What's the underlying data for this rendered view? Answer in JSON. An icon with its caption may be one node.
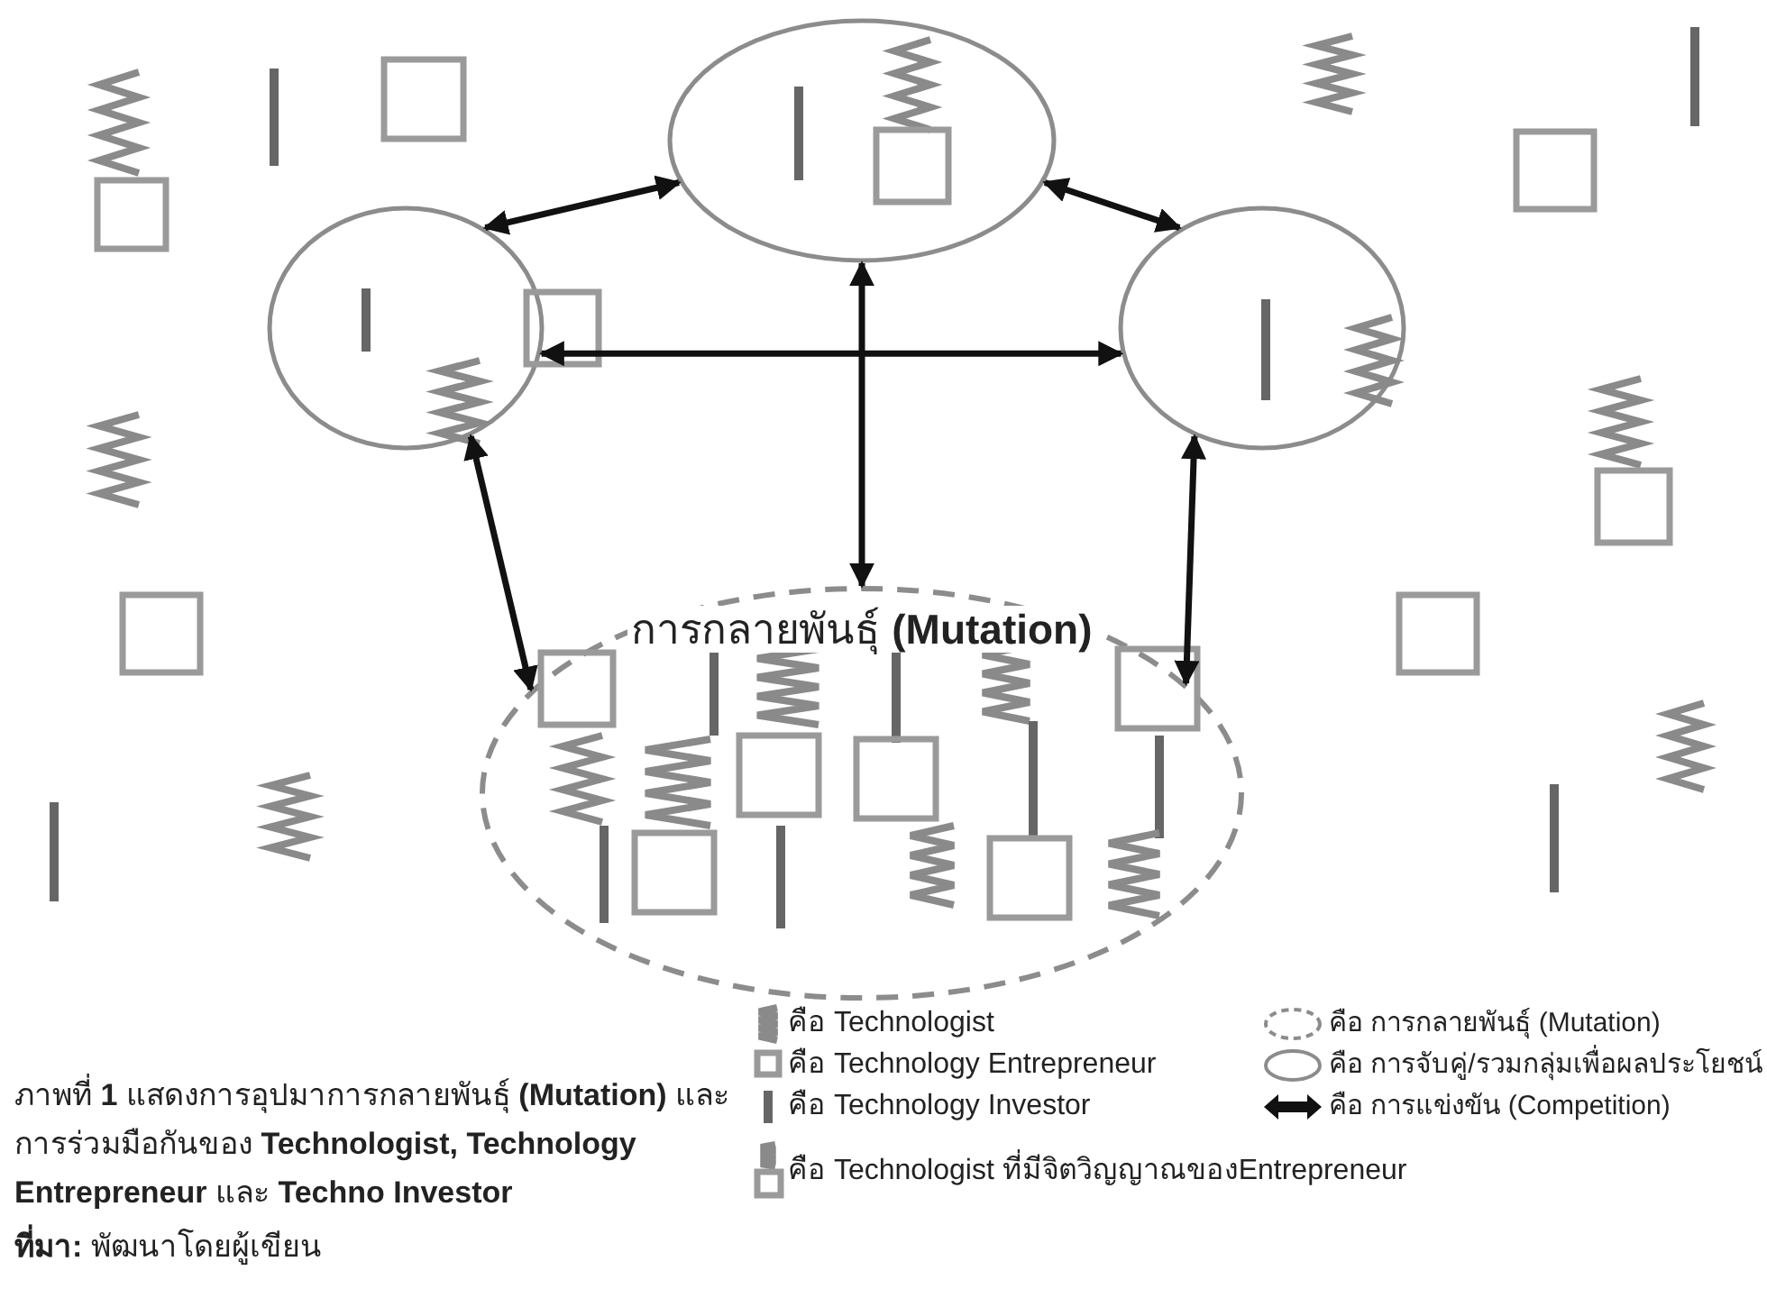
{
  "diagram": {
    "caption": "ภาพที่ **1** แสดงการอุปมาการกลายพันธุ์ **(Mutation)** และการร่วมมือกันของ **Technologist, Technology Entrepreneur** และ **Techno Investor**",
    "nodes": [
      {
        "text": [],
        "shape": "ellipse"
      },
      {
        "text": [],
        "shape": "ellipse"
      },
      {
        "text": [],
        "shape": "ellipse"
      },
      {
        "text": [
          "การกลายพันธุ์ **(Mutation)**"
        ]
      }
    ],
    "edges": [
      {
        "from": 0,
        "to": 1,
        "arrow": "both"
      },
      {
        "from": 0,
        "to": 2,
        "arrow": "both"
      },
      {
        "from": 1,
        "to": 2,
        "arrow": "both"
      },
      {
        "from": 0,
        "to": 3,
        "arrow": "both"
      },
      {
        "from": 1,
        "to": 3,
        "arrow": "both"
      },
      {
        "from": 2,
        "to": 3,
        "arrow": "both"
      }
    ],
    "labels": [
      "**ที่มา:** พัฒนาโดยผู้เขียน"
    ],
    "legend": [
      {
        "text": "คือ Technologist"
      },
      {
        "text": "คือ Technology Entrepreneur"
      },
      {
        "text": "คือ Technology Investor"
      },
      {
        "text": "คือ Technologist ที่มีจิตวิญญาณของEntrepreneur"
      },
      {
        "text": "คือ การกลายพันธุ์ (Mutation)"
      },
      {
        "text": "คือ การจับคู่/รวมกลุ่มเพื่อผลประโยชน์"
      },
      {
        "text": "คือ การแข่งขัน (Competition)"
      }
    ]
  }
}
